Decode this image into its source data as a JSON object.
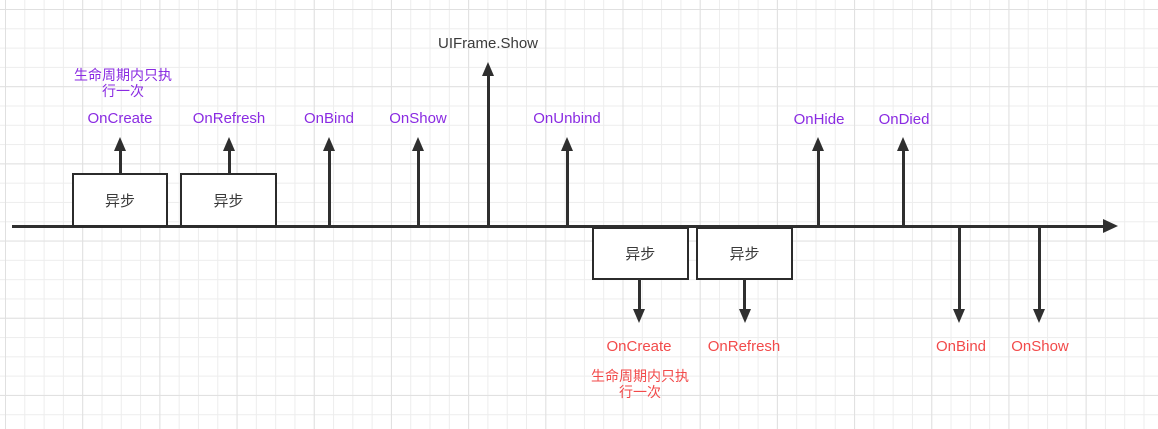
{
  "colors": {
    "purple": "#8a2be2",
    "red": "#f24a4a",
    "line": "#2f2f2f",
    "text-dark": "#3a3a3a",
    "grid-minor": "#ededed",
    "grid-major": "#e0e0e0",
    "background": "#ffffff"
  },
  "uiframe": {
    "label": "UIFrame.Show"
  },
  "async_label": "异步",
  "note_top": {
    "line1": "生命周期内只执",
    "line2": "行一次"
  },
  "note_bottom": {
    "line1": "生命周期内只执",
    "line2": "行一次"
  },
  "events_top": [
    "OnCreate",
    "OnRefresh",
    "OnBind",
    "OnShow",
    "OnUnbind",
    "OnHide",
    "OnDied"
  ],
  "events_bottom": [
    "OnCreate",
    "OnRefresh",
    "OnBind",
    "OnShow"
  ]
}
